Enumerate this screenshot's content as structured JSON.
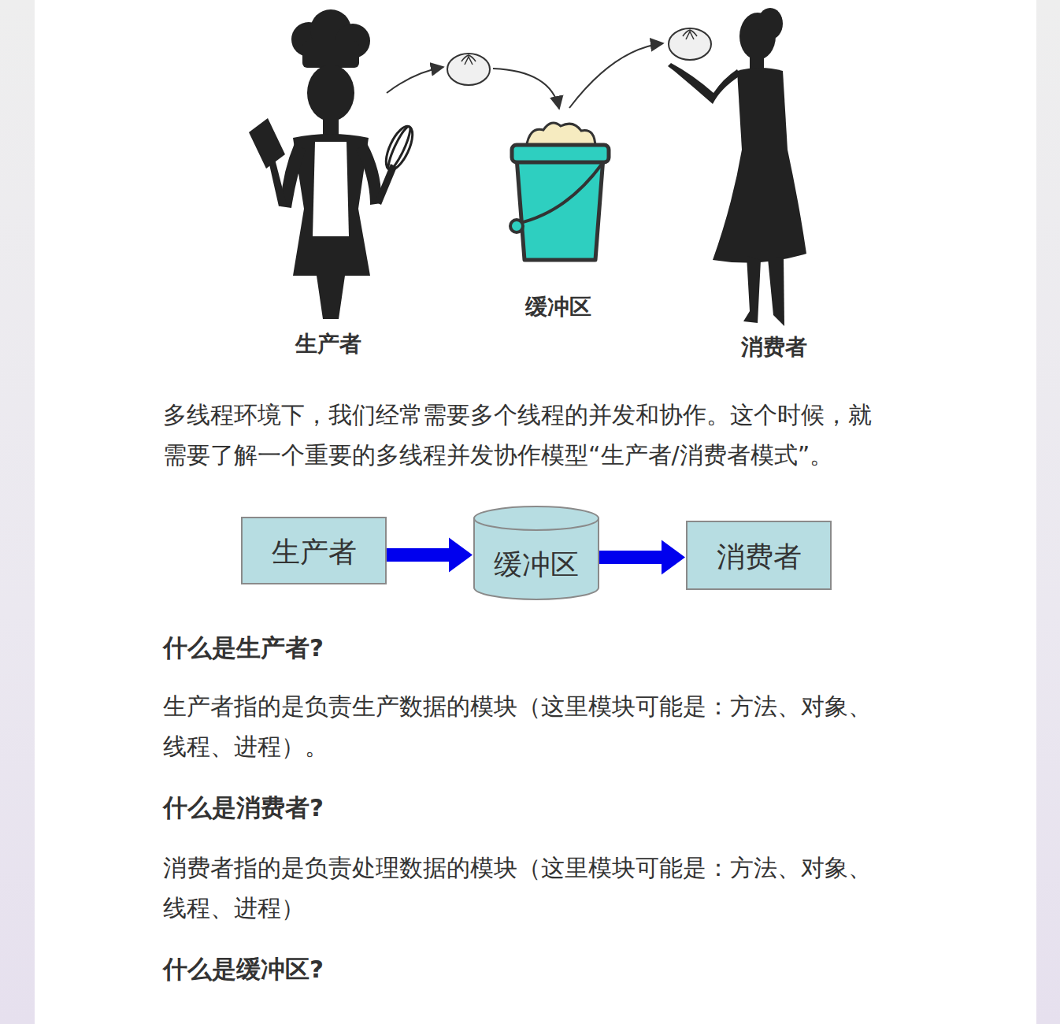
{
  "diagram": {
    "nodes": [
      {
        "text": [
          "生产者"
        ]
      },
      {
        "text": [
          "缓冲区"
        ]
      },
      {
        "text": [
          "消费者"
        ]
      }
    ],
    "edges": [
      {
        "from": 0,
        "to": 1,
        "arrow": "to"
      },
      {
        "from": 1,
        "to": 2,
        "arrow": "to"
      }
    ],
    "labels": [
      "生产者",
      "缓冲区",
      "消费者",
      "多线程环境下，我们经常需要多个线程的并发和协作。这个时候，就需要了解一个重要的多线程并发协作模型“生产者/消费者模式”。",
      "什么是生产者?",
      "生产者指的是负责生产数据的模块（这里模块可能是：方法、对象、线程、进程）。",
      "什么是消费者?",
      "消费者指的是负责处理数据的模块（这里模块可能是：方法、对象、线程、进程）",
      "什么是缓冲区?"
    ]
  }
}
